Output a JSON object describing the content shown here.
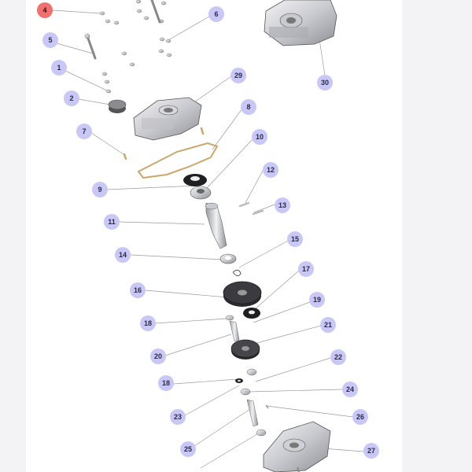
{
  "diagram": {
    "callouts": [
      {
        "id": "c4",
        "label": "4",
        "active": true
      },
      {
        "id": "c5",
        "label": "5"
      },
      {
        "id": "c6",
        "label": "6"
      },
      {
        "id": "c1",
        "label": "1"
      },
      {
        "id": "c2",
        "label": "2"
      },
      {
        "id": "c29",
        "label": "29"
      },
      {
        "id": "c30",
        "label": "30"
      },
      {
        "id": "c8",
        "label": "8"
      },
      {
        "id": "c7",
        "label": "7"
      },
      {
        "id": "c10",
        "label": "10"
      },
      {
        "id": "c12",
        "label": "12"
      },
      {
        "id": "c9",
        "label": "9"
      },
      {
        "id": "c13",
        "label": "13"
      },
      {
        "id": "c11",
        "label": "11"
      },
      {
        "id": "c15",
        "label": "15"
      },
      {
        "id": "c14",
        "label": "14"
      },
      {
        "id": "c17",
        "label": "17"
      },
      {
        "id": "c16",
        "label": "16"
      },
      {
        "id": "c19",
        "label": "19"
      },
      {
        "id": "c18a",
        "label": "18"
      },
      {
        "id": "c21",
        "label": "21"
      },
      {
        "id": "c20",
        "label": "20"
      },
      {
        "id": "c22",
        "label": "22"
      },
      {
        "id": "c18b",
        "label": "18"
      },
      {
        "id": "c24",
        "label": "24"
      },
      {
        "id": "c23",
        "label": "23"
      },
      {
        "id": "c26",
        "label": "26"
      },
      {
        "id": "c25",
        "label": "25"
      },
      {
        "id": "c27",
        "label": "27"
      }
    ],
    "colors": {
      "callout": "#c9c7f5",
      "callout_active": "#f07070",
      "leader": "#9a9a9a",
      "gasket": "#c9a86a"
    }
  }
}
